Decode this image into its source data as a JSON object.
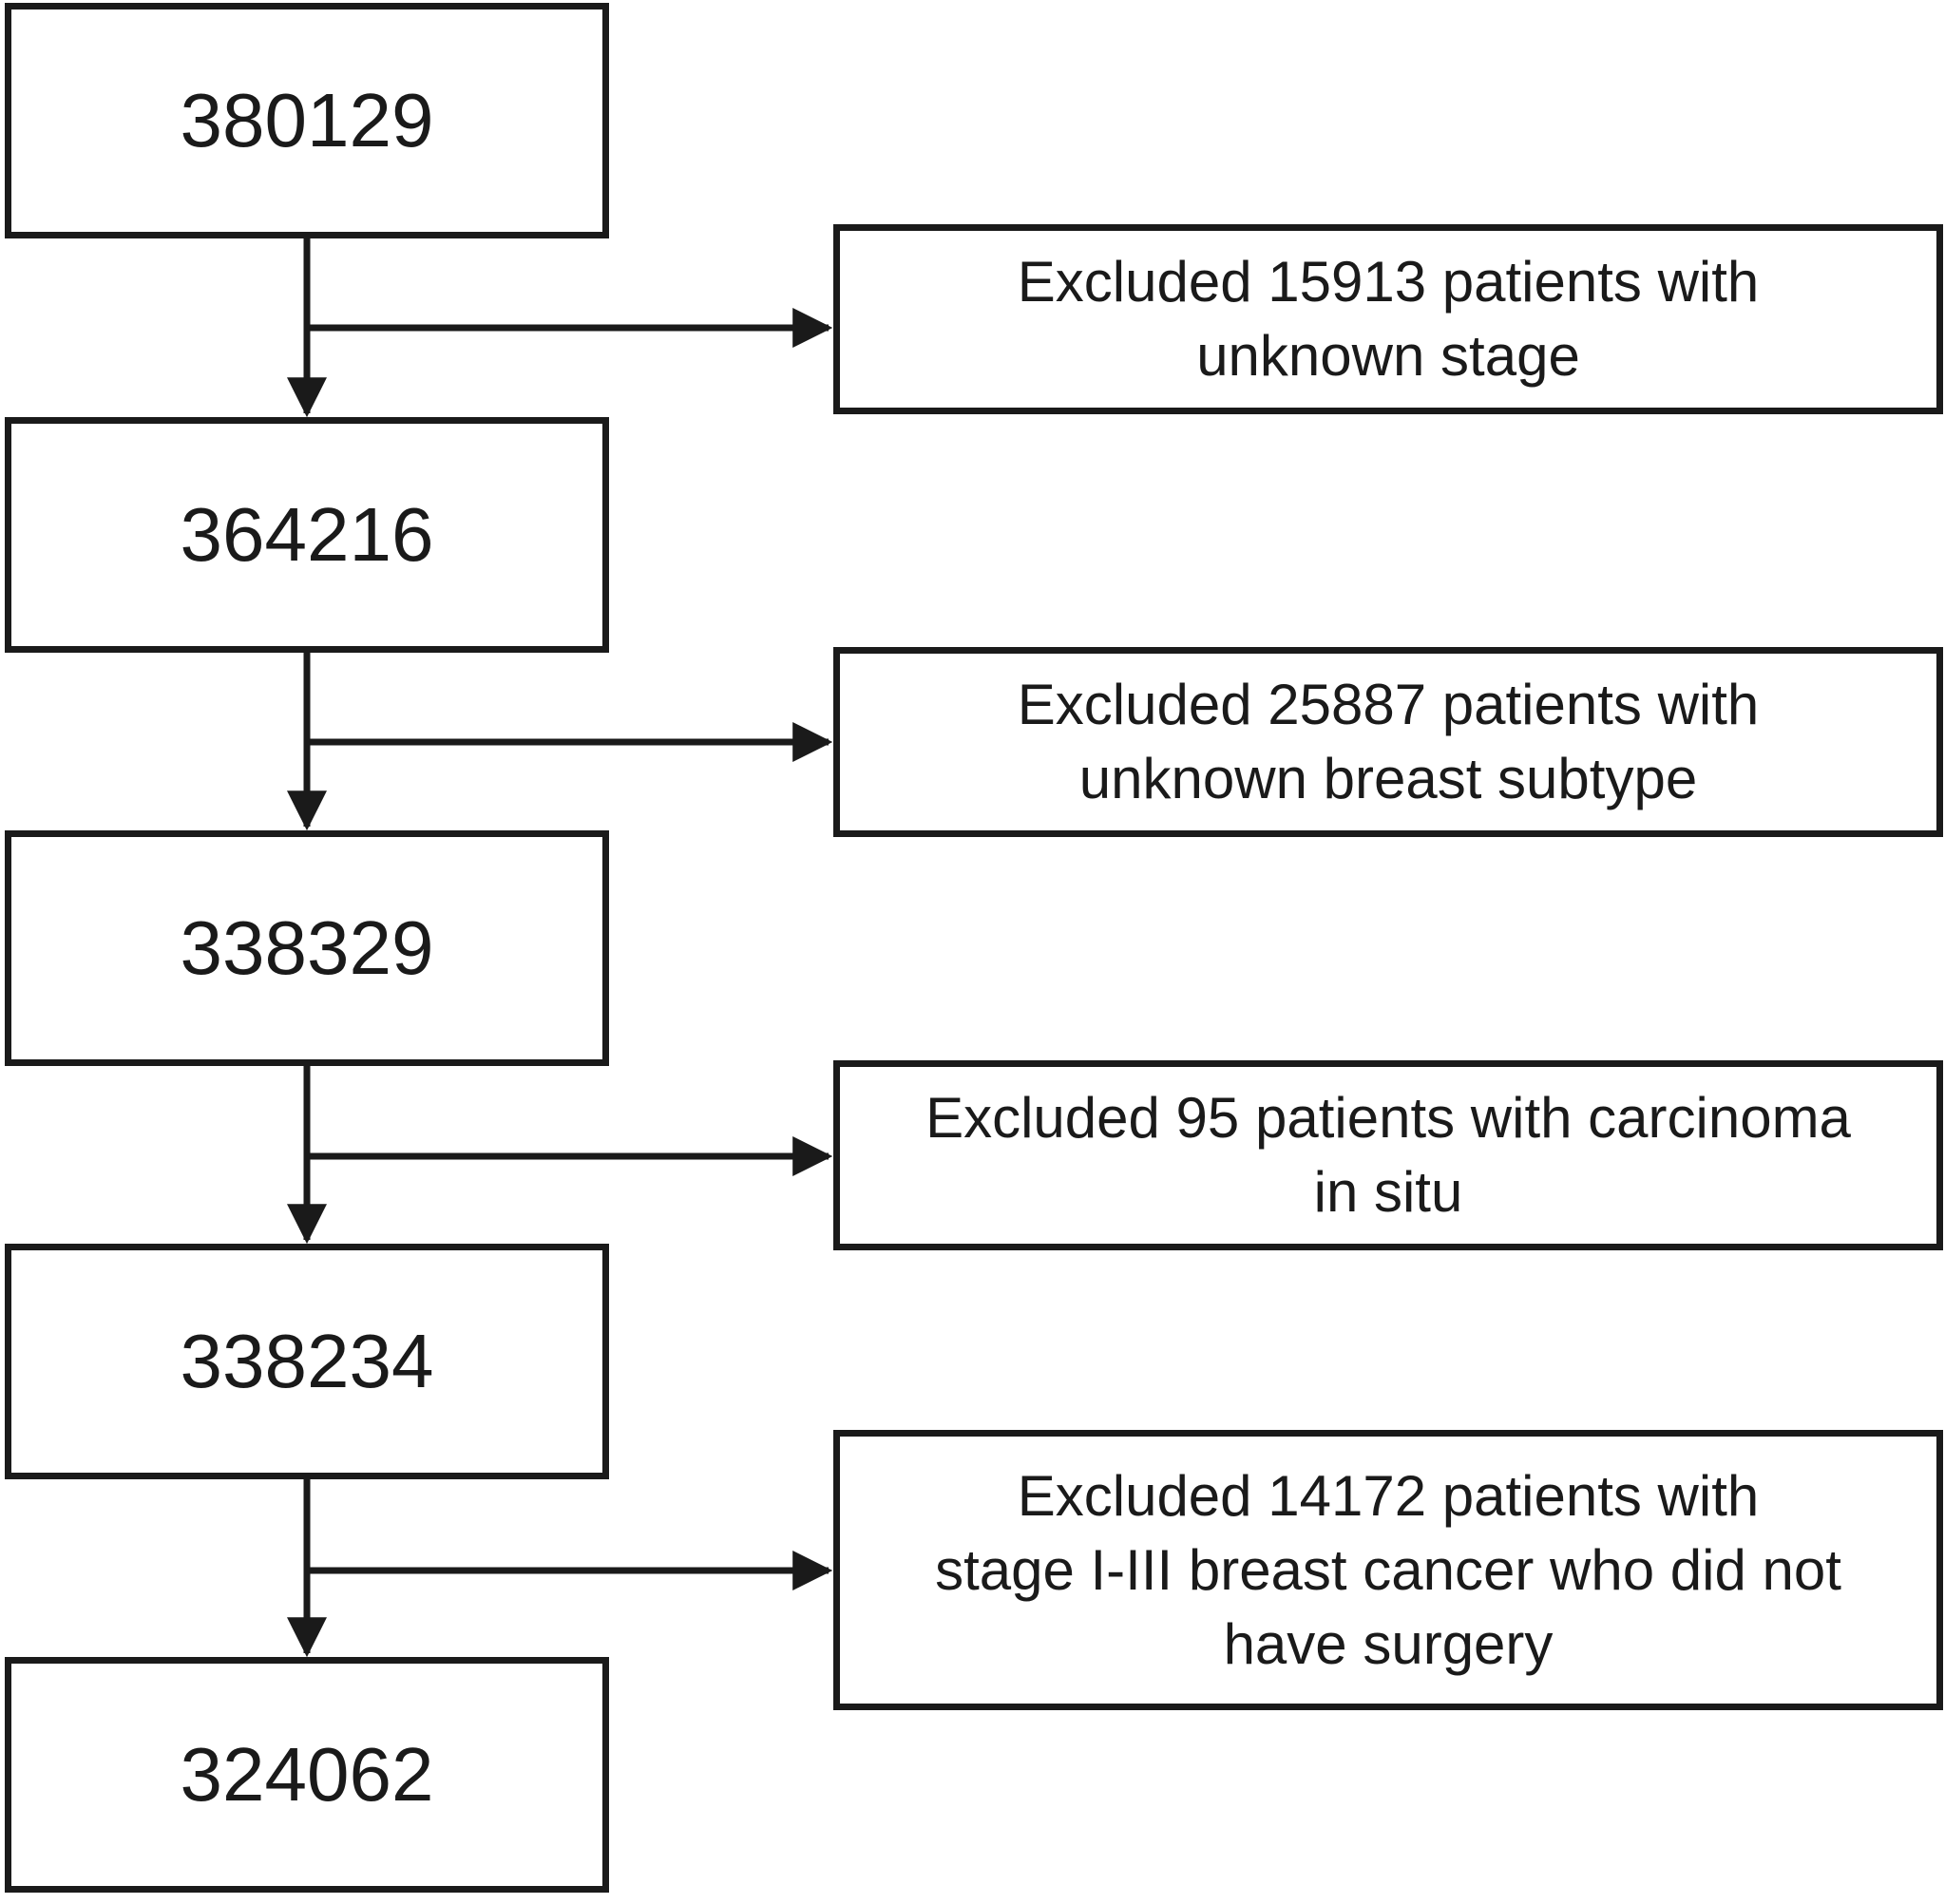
{
  "flow": {
    "counts": [
      "380129",
      "364216",
      "338329",
      "338234",
      "324062"
    ],
    "exclusions": [
      {
        "lines": [
          "Excluded 15913 patients with",
          "unknown stage"
        ]
      },
      {
        "lines": [
          "Excluded 25887 patients with",
          "unknown breast subtype"
        ]
      },
      {
        "lines": [
          "Excluded 95 patients with carcinoma",
          "in situ"
        ]
      },
      {
        "lines": [
          "Excluded 14172 patients with",
          "stage I-III breast cancer who did not",
          "have surgery"
        ]
      }
    ]
  },
  "colors": {
    "stroke": "#1a1a1a",
    "background": "#ffffff"
  }
}
